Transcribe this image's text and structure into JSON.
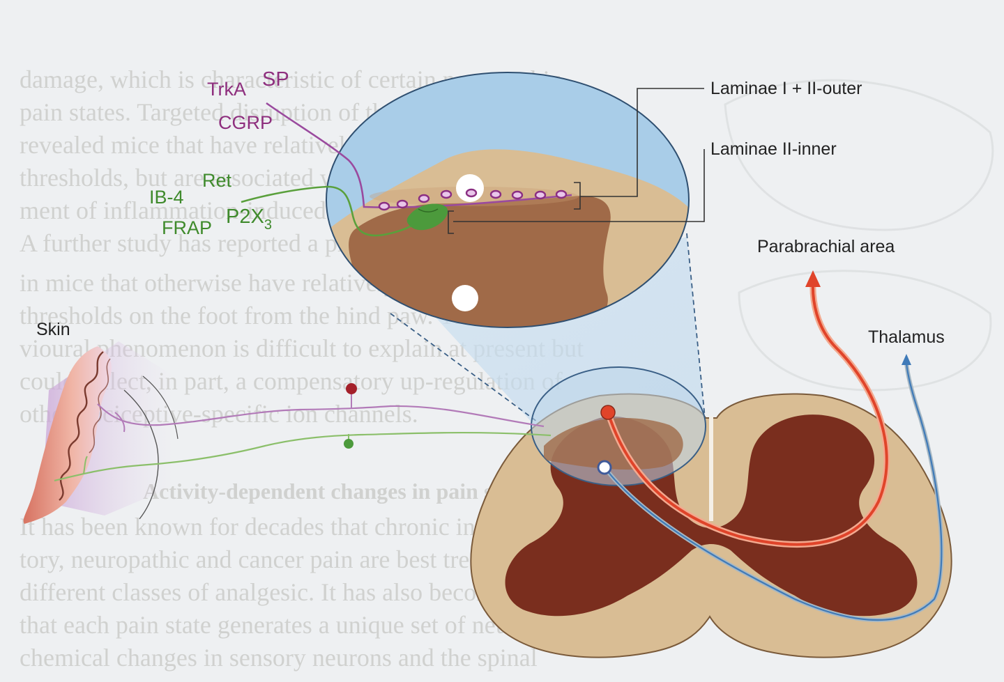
{
  "labels": {
    "trka": "TrkA",
    "sp": "SP",
    "cgrp": "CGRP",
    "ret": "Ret",
    "ib4": "IB-4",
    "p2x": "P2X",
    "p2x_sub": "3",
    "frap": "FRAP",
    "skin": "Skin",
    "laminae_outer": "Laminae I + II-outer",
    "laminae_inner": "Laminae II-inner",
    "parabrachial": "Parabrachial area",
    "thalamus": "Thalamus"
  },
  "background_text": {
    "lines": [
      "damage, which is characteristic of certain neuropathic",
      "pain states. Targeted disruption of the Src gene has",
      "revealed mice that have relatively normal noxious",
      "thresholds, but are associated with delayed develop-",
      "ment of inflammation-induced inflammatory hyperalgesia.",
      "A further study has reported a profound loss of sensitivity",
      "in mice that otherwise have relatively normal von Frey",
      "thresholds on the foot from the hind paw. This beha-",
      "vioural phenomenon is difficult to explain at present but",
      "could reflect, in part, a compensatory up-regulation of",
      "other nociceptive-specific ion channels."
    ],
    "heading": "Activity-dependent changes in pain states",
    "lines2": [
      "It has been known for decades that chronic inflamma-",
      "tory, neuropathic and cancer pain are best treated with",
      "different classes of analgesic. It has also become evident",
      "that each pain state generates a unique set of neuro-",
      "chemical changes in sensory neurons and the spinal"
    ]
  },
  "colors": {
    "peptidergic_fiber": "#a05aa8",
    "nonpeptidergic_fiber": "#5aa03c",
    "ascending_parabrachial": "#e0442a",
    "ascending_thalamus": "#3f7ab8",
    "grey_matter": "#7a2e1e",
    "white_matter": "#d9bd94",
    "lamina_outer_blue": "#a9cde8",
    "skin": "#e08a78"
  }
}
